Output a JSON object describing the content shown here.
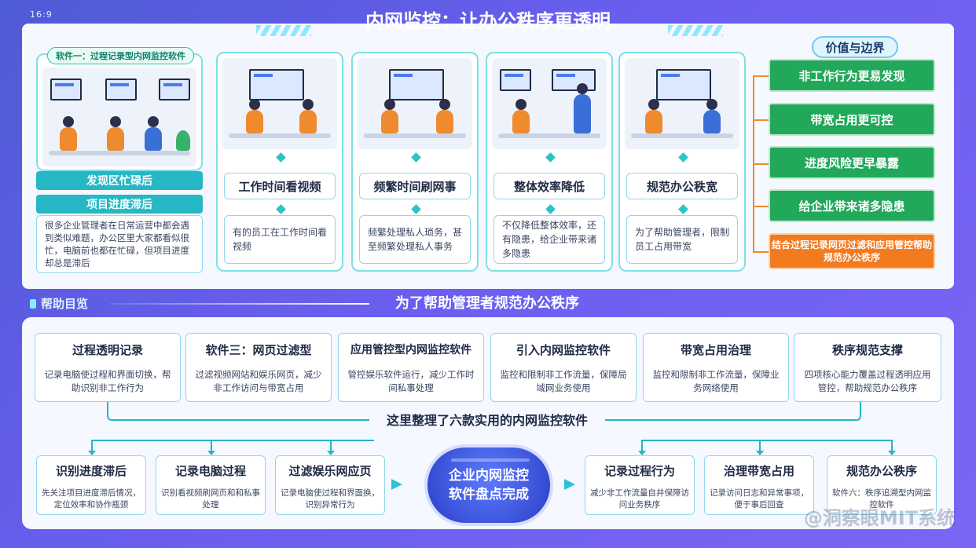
{
  "corner_tag": "16:9",
  "title": "内网监控：让办公秩序更透明",
  "software_one": {
    "label": "软件一：过程记录型内网监控软件",
    "bar1": "发现区忙碌后",
    "bar2": "项目进度滞后",
    "desc": "很多企业管理者在日常运营中都会遇到类似难题，办公区里大家都看似很忙，电脑前也都在忙碌，但项目进度却总是滞后"
  },
  "cards": [
    {
      "caption": "工作时间看视频",
      "desc": "有的员工在工作时间看视频"
    },
    {
      "caption": "频繁时间刷网事",
      "desc": "频繁处理私人琐务，甚至频繁处理私人事务"
    },
    {
      "caption": "整体效率降低",
      "desc": "不仅降低整体效率，还有隐患，给企业带来诸多隐患"
    },
    {
      "caption": "规范办公秩宽",
      "desc": "为了帮助管理者，限制员工占用带宽"
    }
  ],
  "value": {
    "title": "价值与边界",
    "items": [
      "非工作行为更易发现",
      "带宽占用更可控",
      "进度风险更早暴露",
      "给企业带来诸多隐患"
    ],
    "highlight": "结合过程记录网页过滤和应用管控帮助规范办公秩序"
  },
  "band": {
    "label": "帮助目览",
    "title": "为了帮助管理者规范办公秩序"
  },
  "six": [
    {
      "title": "过程透明记录",
      "desc": "记录电脑使过程和界面切换，帮助识别非工作行为"
    },
    {
      "title": "软件三：网页过滤型",
      "desc": "过滤视频网站和娱乐网页，减少非工作访问与带宽占用"
    },
    {
      "title": "应用管控型内网监控软件",
      "desc": "管控娱乐软件运行，减少工作时间私事处理"
    },
    {
      "title": "引入内网监控软件",
      "desc": "监控和限制非工作流量，保障局域网业务使用"
    },
    {
      "title": "带宽占用治理",
      "desc": "监控和限制非工作流量，保障业务网络使用"
    },
    {
      "title": "秩序规范支撑",
      "desc": "四项核心能力覆盖过程透明应用管控，帮助规范办公秩序"
    }
  ],
  "mid_text": "这里整理了六款实用的内网监控软件",
  "bottom_left": [
    {
      "title": "识别进度滞后",
      "desc": "先关注项目进度滞后情况，定位效率和协作瓶颈"
    },
    {
      "title": "记录电脑过程",
      "desc": "识别看视频刷网页和和私事处理"
    },
    {
      "title": "过滤娱乐网应页",
      "desc": "记录电脑使过程和界面换，识别异常行为"
    }
  ],
  "center": {
    "line1": "企业内网监控",
    "line2": "软件盘点完成"
  },
  "bottom_right": [
    {
      "title": "记录过程行为",
      "desc": "减少非工作流量自并保障访问业务秩序"
    },
    {
      "title": "治理带宽占用",
      "desc": "记录访问日志和异常事项，便于事后回查"
    },
    {
      "title": "规范办公秩序",
      "desc": "软件六：秩序追溯型内网监控软件"
    }
  ],
  "watermark": "@洞察眼MIT系统"
}
